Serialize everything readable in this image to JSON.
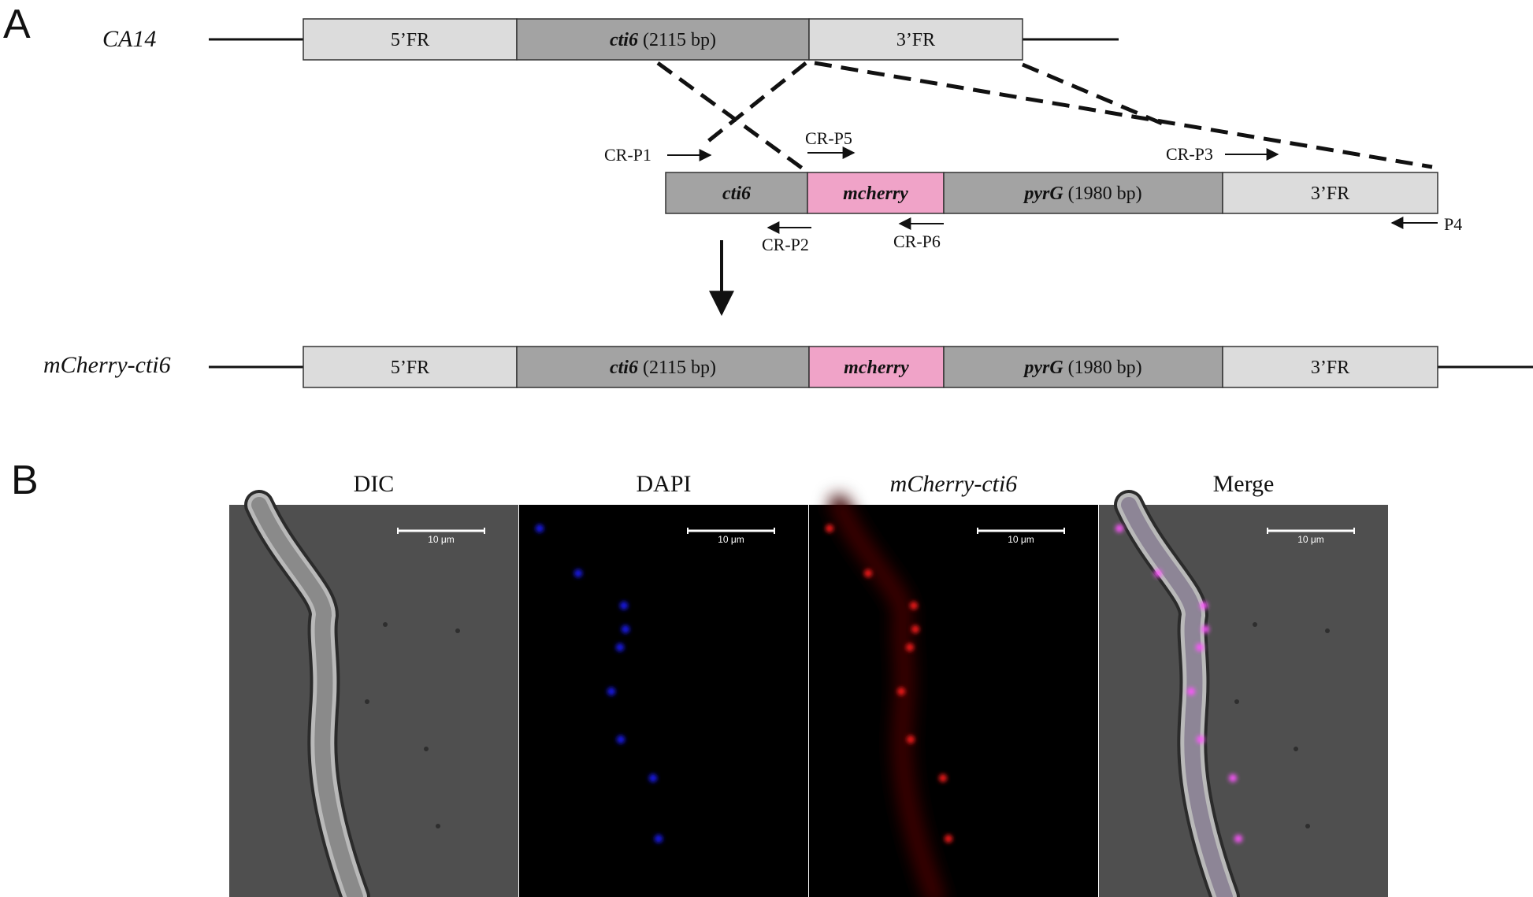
{
  "panel_a": {
    "letter": "A",
    "top_strain": "CA14",
    "bottom_strain": "mCherry-cti6",
    "top_construct": [
      {
        "name": "5'FR",
        "label": "5’FR",
        "italic": "",
        "color": "#dcdcdc"
      },
      {
        "name": "cti6",
        "label": " (2115 bp)",
        "italic": "cti6",
        "color": "#a3a3a3"
      },
      {
        "name": "3'FR",
        "label": "3’FR",
        "italic": "",
        "color": "#dcdcdc"
      }
    ],
    "cassette": [
      {
        "name": "cti6",
        "label": "",
        "italic": "cti6",
        "color": "#a3a3a3"
      },
      {
        "name": "mcherry",
        "label": "",
        "italic": "mcherry",
        "color": "#f0a3c8"
      },
      {
        "name": "pyrG",
        "label": " (1980 bp)",
        "italic": "pyrG",
        "color": "#a3a3a3"
      },
      {
        "name": "3'FR",
        "label": "3’FR",
        "italic": "",
        "color": "#dcdcdc"
      }
    ],
    "result_construct": [
      {
        "name": "5'FR",
        "label": "5’FR",
        "italic": "",
        "color": "#dcdcdc"
      },
      {
        "name": "cti6",
        "label": " (2115 bp)",
        "italic": "cti6",
        "color": "#a3a3a3"
      },
      {
        "name": "mcherry",
        "label": "",
        "italic": "mcherry",
        "color": "#f0a3c8"
      },
      {
        "name": "pyrG",
        "label": " (1980 bp)",
        "italic": "pyrG",
        "color": "#a3a3a3"
      },
      {
        "name": "3'FR",
        "label": "3’FR",
        "italic": "",
        "color": "#dcdcdc"
      }
    ],
    "primers": [
      {
        "name": "CR-P1",
        "label": "CR-P1",
        "direction": "right"
      },
      {
        "name": "CR-P5",
        "label": "CR-P5",
        "direction": "right"
      },
      {
        "name": "CR-P3",
        "label": "CR-P3",
        "direction": "right"
      },
      {
        "name": "CR-P2",
        "label": "CR-P2",
        "direction": "left"
      },
      {
        "name": "CR-P6",
        "label": "CR-P6",
        "direction": "left"
      },
      {
        "name": "P4",
        "label": "P4",
        "direction": "left"
      }
    ]
  },
  "panel_b": {
    "letter": "B",
    "panels": [
      {
        "name": "DIC",
        "title": "DIC",
        "italic": false,
        "scale": "10 μm",
        "background": "#4f4f4f",
        "scale_color": "#ffffff"
      },
      {
        "name": "DAPI",
        "title": "DAPI",
        "italic": false,
        "scale": "10 μm",
        "background": "#000000",
        "scale_color": "#ffffff"
      },
      {
        "name": "mCherry",
        "title": "mCherry-cti6",
        "italic": true,
        "scale": "10 μm",
        "background": "#000000",
        "scale_color": "#ffffff"
      },
      {
        "name": "Merge",
        "title": "Merge",
        "italic": false,
        "scale": "10 μm",
        "background": "#4f4f4f",
        "scale_color": "#ffffff"
      }
    ]
  }
}
